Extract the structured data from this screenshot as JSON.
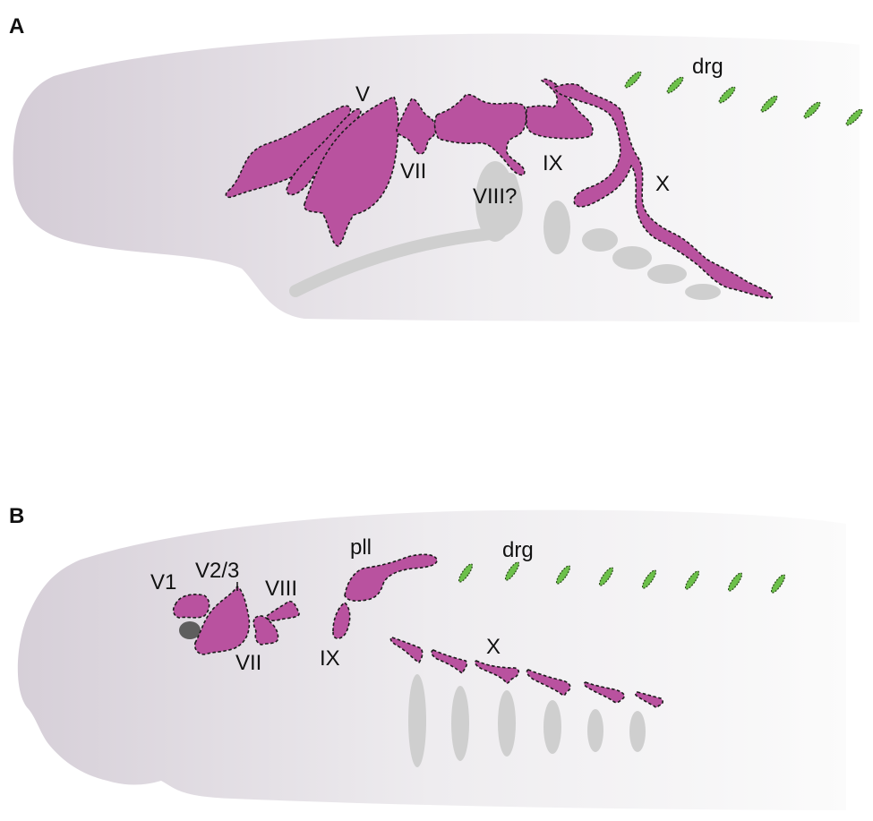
{
  "panels": [
    {
      "id": "A",
      "letter": "A",
      "labels": {
        "V": "V",
        "VII": "VII",
        "VIII": "VIII?",
        "IX": "IX",
        "X": "X",
        "drg": "drg"
      }
    },
    {
      "id": "B",
      "letter": "B",
      "labels": {
        "V1": "V1",
        "V23": "V2/3",
        "VIII": "VIII",
        "VII": "VII",
        "IX": "IX",
        "pll": "pll",
        "X": "X",
        "drg": "drg"
      }
    }
  ],
  "colors": {
    "ganglion": "#b9529f",
    "drg": "#6cc04a",
    "body_dark": "#d6d0d8",
    "body_light": "#fbfbfb",
    "arch": "#cfcfcf",
    "eye": "#5e5e5e"
  }
}
